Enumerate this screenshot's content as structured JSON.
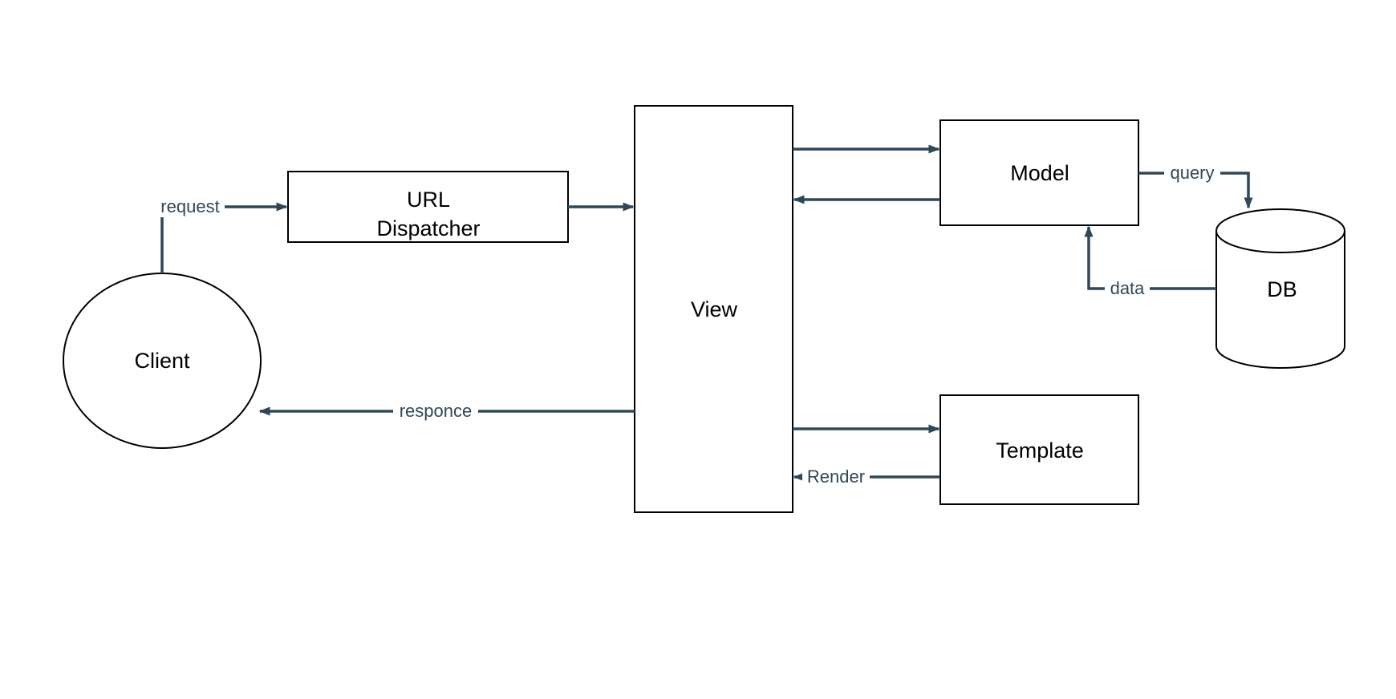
{
  "colors": {
    "edge": "#2f4858",
    "shape_stroke": "#000000",
    "background": "#ffffff"
  },
  "nodes": {
    "client": "Client",
    "url_dispatcher_line1": "URL",
    "url_dispatcher_line2": "Dispatcher",
    "view": "View",
    "model": "Model",
    "db": "DB",
    "template": "Template"
  },
  "edges": {
    "request": "request",
    "responce": "responce",
    "query": "query",
    "data": "data",
    "render": "Render"
  }
}
